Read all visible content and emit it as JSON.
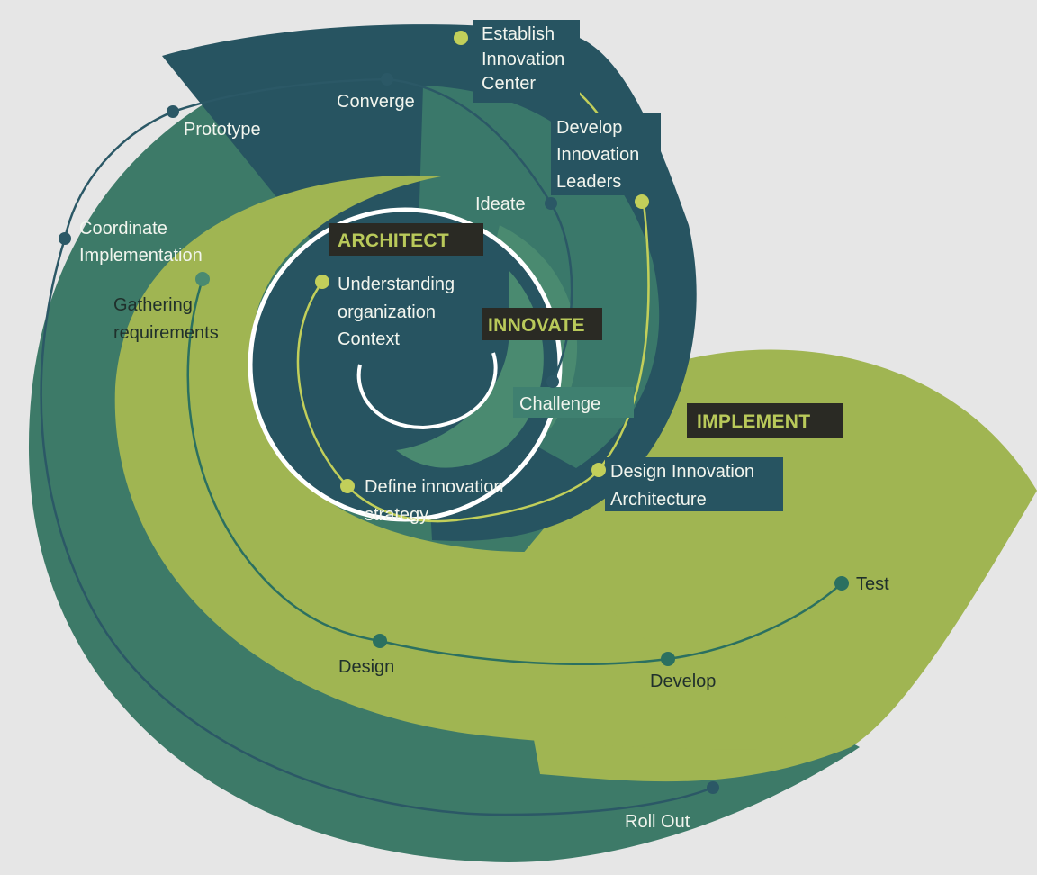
{
  "colors": {
    "background": "#e6e6e6",
    "outer_green": "#3d7a68",
    "mid_green": "#2f6f64",
    "dark_teal": "#275461",
    "lime": "#a0b552",
    "inner_green": "#4a8a70",
    "phase_box": "#2a2a24",
    "phase_text": "#b9c95a",
    "dot_dark": "#2b5866",
    "dot_lime": "#c2cf5a",
    "white": "#ffffff"
  },
  "phases": {
    "architect": "ARCHITECT",
    "innovate": "INNOVATE",
    "implement": "IMPLEMENT"
  },
  "architect_steps": {
    "understanding": [
      "Understanding",
      "organization",
      "Context"
    ],
    "define_strategy": [
      "Define innovation",
      "strategy"
    ],
    "design_architecture": [
      "Design Innovation",
      "Architecture"
    ],
    "develop_leaders": [
      "Develop",
      "Innovation",
      "Leaders"
    ],
    "establish_center": [
      "Establish",
      "Innovation",
      "Center"
    ]
  },
  "innovate_steps": {
    "challenge": "Challenge",
    "ideate": "Ideate",
    "converge": "Converge",
    "prototype": "Prototype",
    "coordinate": [
      "Coordinate",
      "Implementation"
    ]
  },
  "implement_steps": {
    "gathering": [
      "Gathering",
      "requirements"
    ],
    "design": "Design",
    "develop": "Develop",
    "test": "Test",
    "roll_out": "Roll Out"
  }
}
